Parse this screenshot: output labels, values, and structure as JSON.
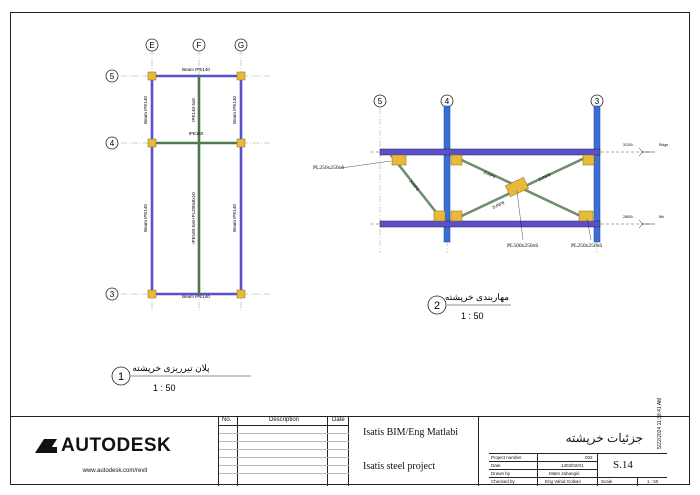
{
  "view1": {
    "grid_cols": [
      "E",
      "F",
      "G"
    ],
    "grid_rows": [
      "5",
      "4",
      "3"
    ],
    "labels": {
      "top_beam": "Beam IPE140",
      "mid_beam": "IPE140",
      "bottom_beam": "Beam IPE140",
      "left_upper": "Beam IPE140",
      "left_lower": "Beam IPE140",
      "right_upper": "Beam IPE140",
      "right_lower": "Beam IPE140",
      "center_upper": "IPE140-5x8",
      "center_lower": "IPE160-5x8+PL200x8x10"
    },
    "number": "1",
    "title": "پلان تیرریزی خرپشته",
    "scale": "1 : 50"
  },
  "view2": {
    "grid_cols": [
      "5",
      "4",
      "3"
    ],
    "levels": [
      {
        "value": "31200",
        "name": "Ridge"
      },
      {
        "value": "28600",
        "name": "8th"
      }
    ],
    "braces": [
      "2UNP8",
      "2UNP8",
      "2UNP8",
      "2UNP8"
    ],
    "plate_left": "PL250x250x6",
    "plate_center": "PL500x250x6",
    "plate_right": "PL250x250x6",
    "number": "2",
    "title": "مهاربندی خرپشته",
    "scale": "1 : 50"
  },
  "titleblock": {
    "logo": "AUTODESK",
    "url": "www.autodesk.com/revit",
    "table_headers": {
      "no": "No.",
      "desc": "Description",
      "date": "Date"
    },
    "company": "Isatis BIM/Eng Matlabi",
    "project_name": "Isatis steel project",
    "sheet_title": "جزئیات خرپشته",
    "fields": [
      {
        "label": "Project number",
        "value": "002"
      },
      {
        "label": "Date",
        "value": "1403/02/01"
      },
      {
        "label": "Drawn by",
        "value": "Matin Jahangiri"
      },
      {
        "label": "Checked by",
        "value": "Eng Vahid Golkari"
      }
    ],
    "sheet_number": "S.14",
    "scale_label": "Scale",
    "scale_value": "1 : 50",
    "timestamp": "5/22/2024 11:38:41 AM"
  }
}
